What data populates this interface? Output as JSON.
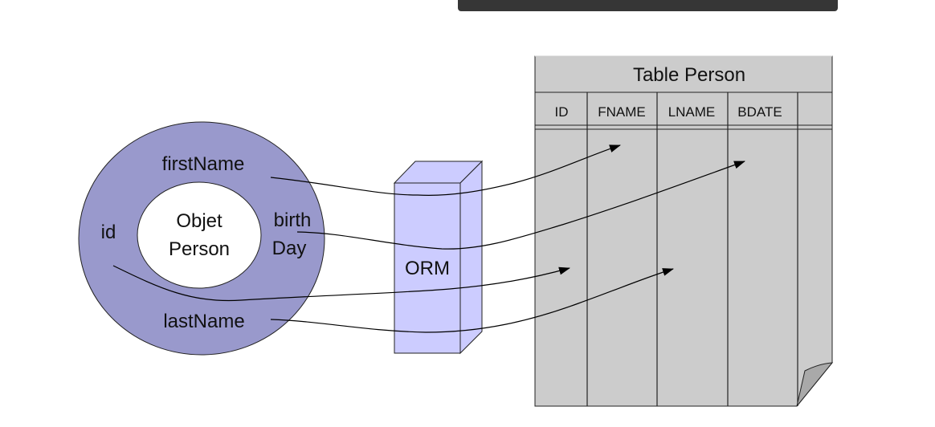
{
  "object": {
    "center_label_line1": "Objet",
    "center_label_line2": "Person",
    "fields": {
      "first_name": "firstName",
      "id": "id",
      "birth_line1": "birth",
      "birth_line2": "Day",
      "last_name": "lastName"
    },
    "ring_color": "#9999cc",
    "center_color": "#ffffff"
  },
  "orm": {
    "label": "ORM",
    "color": "#ccccff"
  },
  "table": {
    "title": "Table Person",
    "columns": [
      "ID",
      "FNAME",
      "LNAME",
      "BDATE"
    ],
    "color": "#cccccc"
  },
  "mappings": [
    {
      "from": "firstName",
      "to": "FNAME"
    },
    {
      "from": "birthDay",
      "to": "BDATE"
    },
    {
      "from": "id",
      "to": "ID"
    },
    {
      "from": "lastName",
      "to": "LNAME"
    }
  ]
}
